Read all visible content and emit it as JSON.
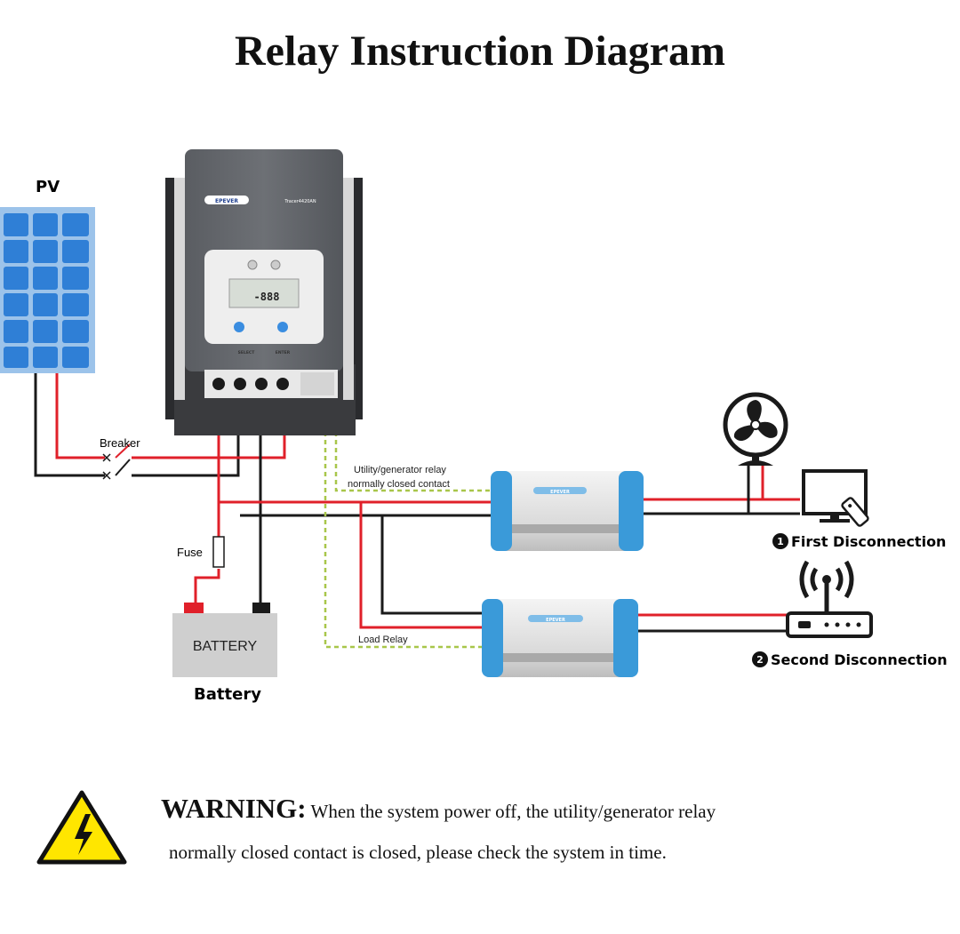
{
  "title": "Relay Instruction Diagram",
  "labels": {
    "pv": "PV",
    "breaker": "Breaker",
    "fuse": "Fuse",
    "battery_box": "BATTERY",
    "battery": "Battery",
    "utility_relay_line1": "Utility/generator relay",
    "utility_relay_line2": "normally closed contact",
    "load_relay": "Load Relay",
    "first_num": "1",
    "first": "First Disconnection",
    "second_num": "2",
    "second": "Second Disconnection"
  },
  "controller": {
    "brand": "EPEVER",
    "model": "Tracer4420AN",
    "btn_select": "SELECT",
    "btn_enter": "ENTER",
    "lcd_digits": "-888"
  },
  "inverter": {
    "brand": "EPEVER"
  },
  "warning": {
    "heading": "WARNING:",
    "line1": "When the system power off, the utility/generator relay",
    "line2": "normally closed contact is closed, please check the system in time."
  },
  "colors": {
    "wire_red": "#e0202a",
    "wire_black": "#1a1a1a",
    "dashed_green": "#a8c64a",
    "accent_orange": "#ef8a2b",
    "panel_blue": "#2f7fd6",
    "inverter_blue": "#3a9ad9",
    "warning_yellow": "#ffe600"
  },
  "icons": [
    "solar-panel-icon",
    "fan-icon",
    "monitor-icon",
    "router-icon",
    "warning-icon"
  ]
}
